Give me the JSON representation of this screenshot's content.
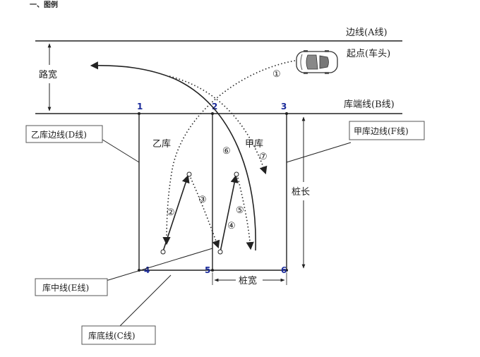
{
  "header": "一、图例",
  "labels": {
    "edge_line_a": "边线(A线)",
    "start_point": "起点(车头)",
    "road_width": "路宽",
    "end_line_b": "库端线(B线)",
    "garage_yi": "乙库",
    "garage_jia": "甲库",
    "pile_length": "桩长",
    "pile_width": "桩宽"
  },
  "callouts": {
    "d_line": "乙库边线(D线)",
    "f_line": "甲库边线(F线)",
    "e_line": "库中线(E线)",
    "c_line": "库底线(C线)"
  },
  "points": [
    "1",
    "2",
    "3",
    "4",
    "5",
    "6"
  ],
  "steps": [
    "①",
    "②",
    "③",
    "④",
    "⑤",
    "⑥",
    "⑦"
  ]
}
